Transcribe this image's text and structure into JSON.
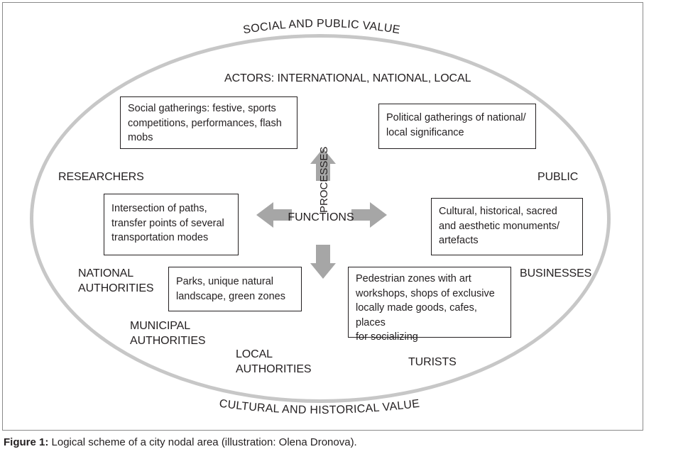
{
  "outer": {
    "top": "SOCIAL AND PUBLIC VALUE",
    "bottom": "CULTURAL AND HISTORICAL VALUE"
  },
  "actors_header": "ACTORS: INTERNATIONAL, NATIONAL, LOCAL",
  "center": {
    "processes": "PROCESSES",
    "functions": "FUNCTIONS"
  },
  "actors": {
    "researchers": "RESEARCHERS",
    "public": "PUBLIC",
    "national_authorities": [
      "NATIONAL",
      "AUTHORITIES"
    ],
    "businesses": "BUSINESSES",
    "municipal_authorities": [
      "MUNICIPAL",
      "AUTHORITIES"
    ],
    "local_authorities": [
      "LOCAL",
      "AUTHORITIES"
    ],
    "turists": "TURISTS"
  },
  "boxes": {
    "social_gatherings": [
      "Social gatherings: festive, sports",
      "competitions, performances, flash",
      "mobs"
    ],
    "political_gatherings": [
      "Political gatherings of national/",
      "local significance"
    ],
    "intersection": [
      "Intersection of paths,",
      "transfer points of several",
      "transportation modes"
    ],
    "cultural_monuments": [
      "Cultural, historical, sacred",
      "and aesthetic monuments/",
      "artefacts"
    ],
    "parks": [
      "Parks, unique natural",
      "landscape, green zones"
    ],
    "pedestrian_zones": [
      "Pedestrian zones with art",
      "workshops, shops of exclusive",
      "locally made goods, cafes, places",
      "for socializing"
    ]
  },
  "caption": {
    "figure": "Figure 1:",
    "text": " Logical scheme of a city nodal area (illustration: Olena Dronova)."
  },
  "colors": {
    "ellipse": "#c7c7c7",
    "arrows": "#a6a6a6",
    "text": "#231f20"
  }
}
